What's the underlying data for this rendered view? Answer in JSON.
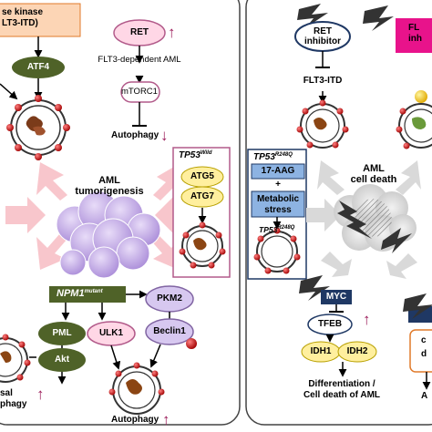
{
  "left": {
    "kinase_box": "se kinase\nLT3-ITD)",
    "atf4": "ATF4",
    "ret": "RET",
    "flt3_dep": "FLT3-dependent AML",
    "mtorc1": "mTORC1",
    "autophagy_top": "Autophagy",
    "aml_tumor": "AML\ntumorigenesis",
    "tp53_wild_base": "TP53",
    "tp53_wild_sup": "Wild",
    "atg5": "ATG5",
    "atg7": "ATG7",
    "npm1_base": "NPM1",
    "npm1_sup": "mutant",
    "pml": "PML",
    "ulk1": "ULK1",
    "akt": "Akt",
    "pkm2": "PKM2",
    "beclin1": "Beclin1",
    "autophagy_bottom": "Autophagy",
    "lower_left_label": "sal\nphagy"
  },
  "middle": {
    "tp53_mut_base": "TP53",
    "tp53_mut_sup": "R248Q",
    "aag": "17-AAG",
    "plus": "+",
    "metabolic": "Metabolic\nstress",
    "tp53_vesicle_base": "TP53",
    "tp53_vesicle_sup": "R248Q"
  },
  "right": {
    "ret_inhibitor": "RET\ninhibitor",
    "flt3_itd": "FLT3-ITD",
    "flt_box": "FL\ninh",
    "aml_death": "AML\ncell death",
    "myc": "MYC",
    "tfeb": "TFEB",
    "idh1": "IDH1",
    "idh2": "IDH2",
    "differentiation": "Differentiation /\nCell death of AML",
    "right_edge_a": "c",
    "right_edge_b": "d",
    "right_edge_c": "A"
  },
  "colors": {
    "peach_box": "#fcd5b5",
    "olive": "#4f6228",
    "pink_fill": "#ffd7e6",
    "mauve": "#b25a8a",
    "yellow": "#ffef9e",
    "blue": "#8db3e2",
    "navy": "#1f3864",
    "up_arrow": "#9c1b5a",
    "magenta_box": "#e8138b",
    "lilac": "#d7c8f0"
  }
}
